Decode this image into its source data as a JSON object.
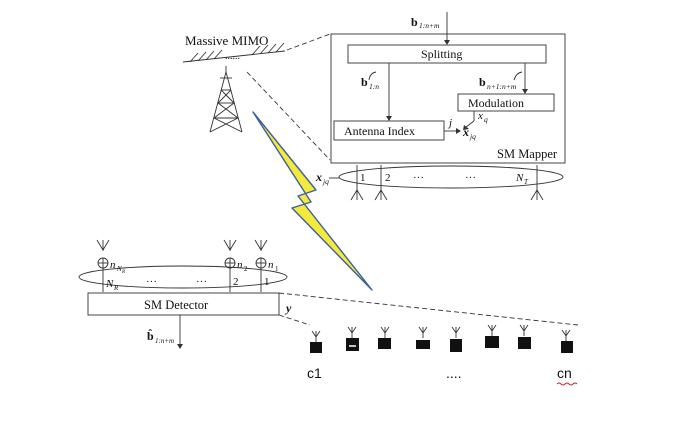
{
  "labels": {
    "massive_mimo": "Massive MIMO",
    "ant_dots": "......",
    "b_total": "b",
    "b_total_sub": "1:n+m",
    "splitting": "Splitting",
    "b_first": "b",
    "b_first_sub": "1:n",
    "b_second": "b",
    "b_second_sub": "n+1:n+m",
    "modulation": "Modulation",
    "xq": "x",
    "xq_sub": "q",
    "antenna_index": "Antenna Index",
    "j": "j",
    "xjq": "x",
    "xjq_sub": "jq",
    "sm_mapper": "SM Mapper",
    "tx_xjq": "x",
    "tx_xjq_sub": "jq",
    "tx_1": "1",
    "tx_2": "2",
    "tx_dots": "···",
    "tx_dots2": "···",
    "tx_nt": "N",
    "tx_nt_sub": "T",
    "rx_n_nr": "n",
    "rx_n_nr_sub": "N",
    "rx_n_nr_subsub": "R",
    "rx_n2": "n",
    "rx_n2_sub": "2",
    "rx_n1": "n",
    "rx_n1_sub": "1",
    "rx_nr": "N",
    "rx_nr_sub": "R",
    "rx_dots": "···",
    "rx_dots2": "···",
    "rx_2": "2",
    "rx_1": "1",
    "sm_detector": "SM Detector",
    "y": "y",
    "bhat": "b̂",
    "bhat_sub": "1:n+m",
    "c1": "c1",
    "cdots": "....",
    "cn": "cn"
  },
  "colors": {
    "lightning_fill": "#f5ea3b",
    "lightning_edge": "#3a5fa0",
    "box_stroke": "#444444",
    "device": "#111111"
  },
  "icons": [
    "antenna-array-icon",
    "tower-icon",
    "lightning-bolt-icon",
    "antenna-icon",
    "device-icon"
  ]
}
